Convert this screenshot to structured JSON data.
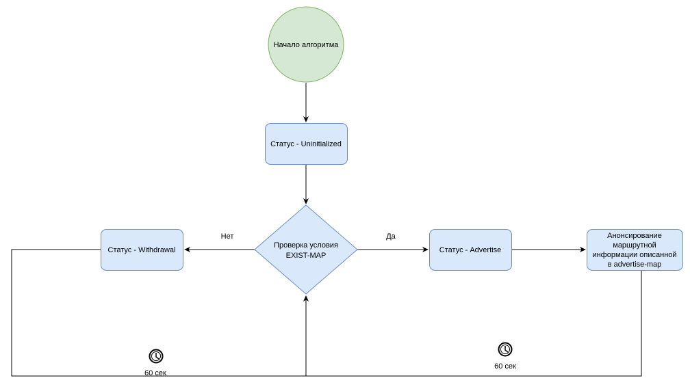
{
  "nodes": {
    "start": "Начало алгоритма",
    "uninitialized": "Статус - Uninitialized",
    "check_line1": "Проверка условия",
    "check_line2": "EXIST-MAP",
    "withdrawal": "Статус - Withdrawal",
    "advertise": "Статус - Advertise",
    "announce_line1": "Анонсирование",
    "announce_line2": "маршрутной",
    "announce_line3": "информации описанной",
    "announce_line4": "в advertise-map"
  },
  "edge_labels": {
    "no": "Нет",
    "yes": "Да"
  },
  "timers": {
    "left": "60 сек",
    "right": "60 сек"
  },
  "colors": {
    "start_fill": "#d5e8d4",
    "start_stroke": "#82b366",
    "node_fill": "#dae8fc",
    "node_stroke": "#6c8ebf",
    "edge": "#000000"
  },
  "icons": {
    "timer": "clock-icon"
  }
}
